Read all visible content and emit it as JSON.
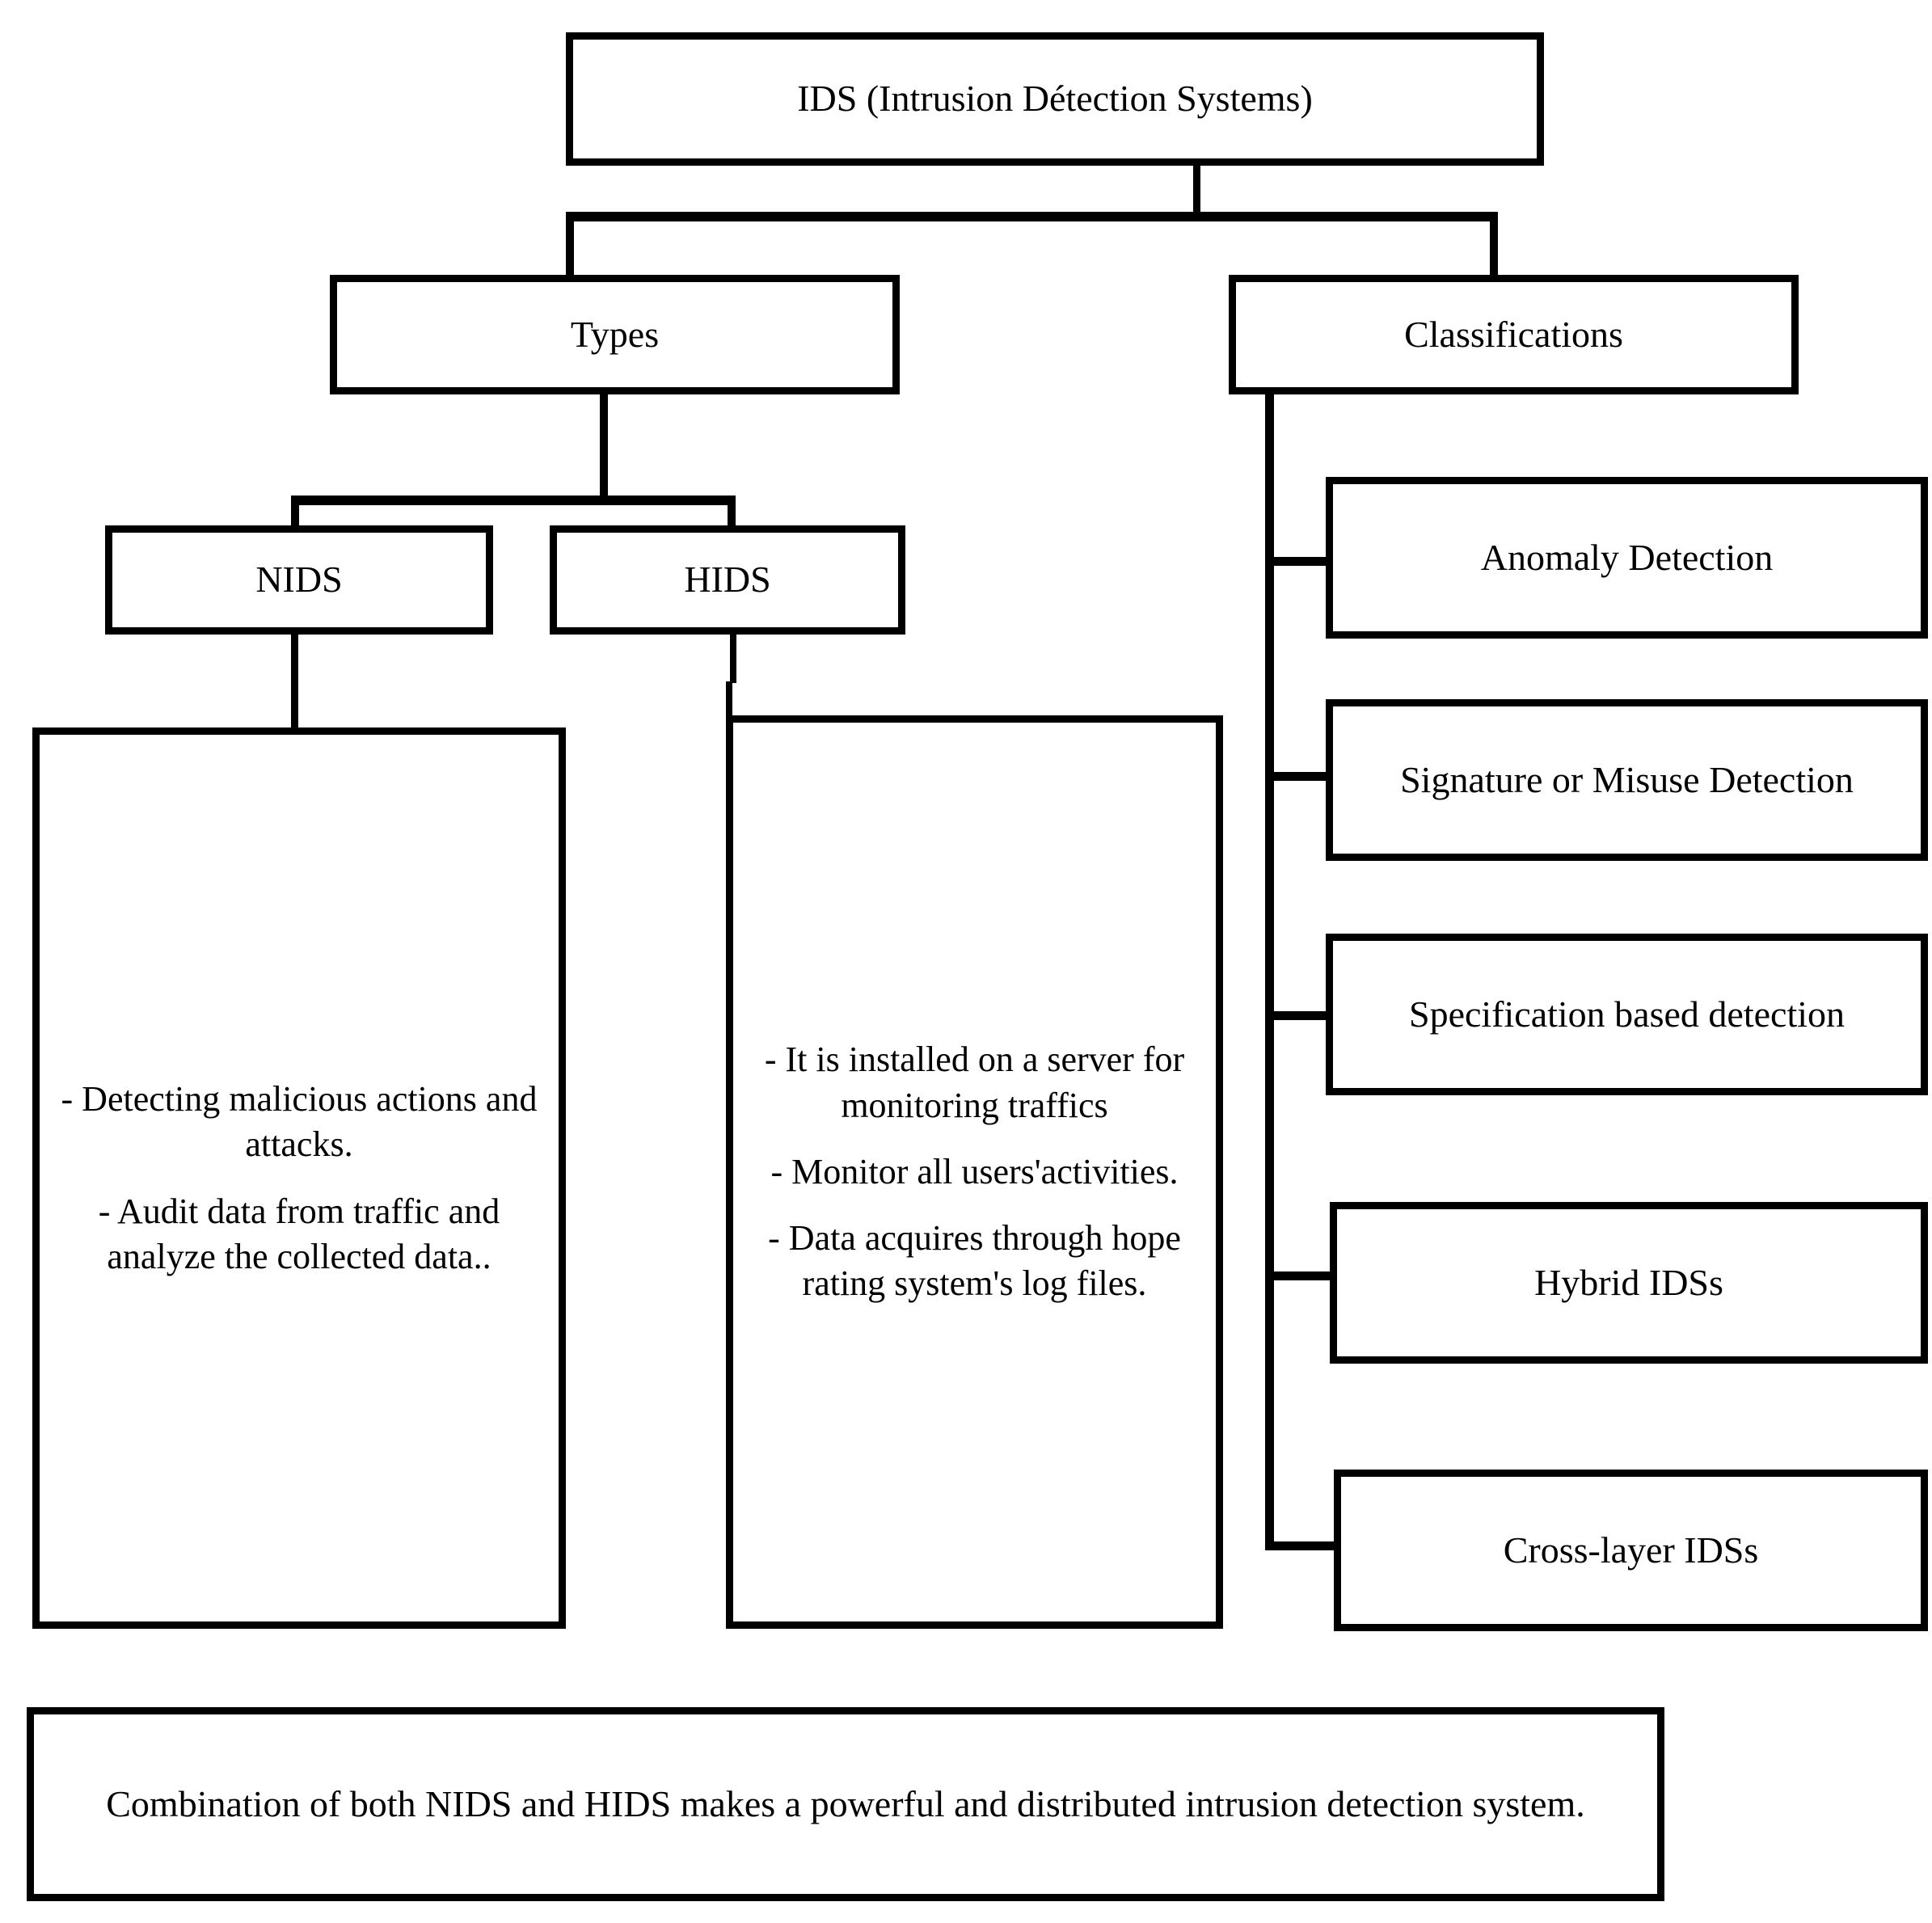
{
  "diagram": {
    "title": "IDS (Intrusion Détection Systems)",
    "root": {
      "label": "IDS (Intrusion Détection Systems)"
    },
    "branches": {
      "types": {
        "label": "Types",
        "children": [
          {
            "label": "NIDS",
            "detail_lines": [
              "- Detecting malicious actions and attacks.",
              "- Audit data from traffic and analyze   the collected data.."
            ]
          },
          {
            "label": "HIDS",
            "detail_lines": [
              "- It is installed on a server for monitoring traffics",
              "- Monitor all users'activities.",
              "- Data acquires through hope rating system's log files."
            ]
          }
        ]
      },
      "classifications": {
        "label": "Classifications",
        "items": [
          {
            "label": "Anomaly Detection"
          },
          {
            "label": "Signature or Misuse Detection"
          },
          {
            "label": "Specification based detection"
          },
          {
            "label": "Hybrid IDSs"
          },
          {
            "label": "Cross-layer IDSs"
          }
        ]
      }
    },
    "footer": {
      "label": "Combination of both NIDS and HIDS makes a powerful and distributed intrusion detection system."
    },
    "colors": {
      "stroke": "#000000",
      "fill": "#ffffff",
      "text": "#000000"
    }
  }
}
